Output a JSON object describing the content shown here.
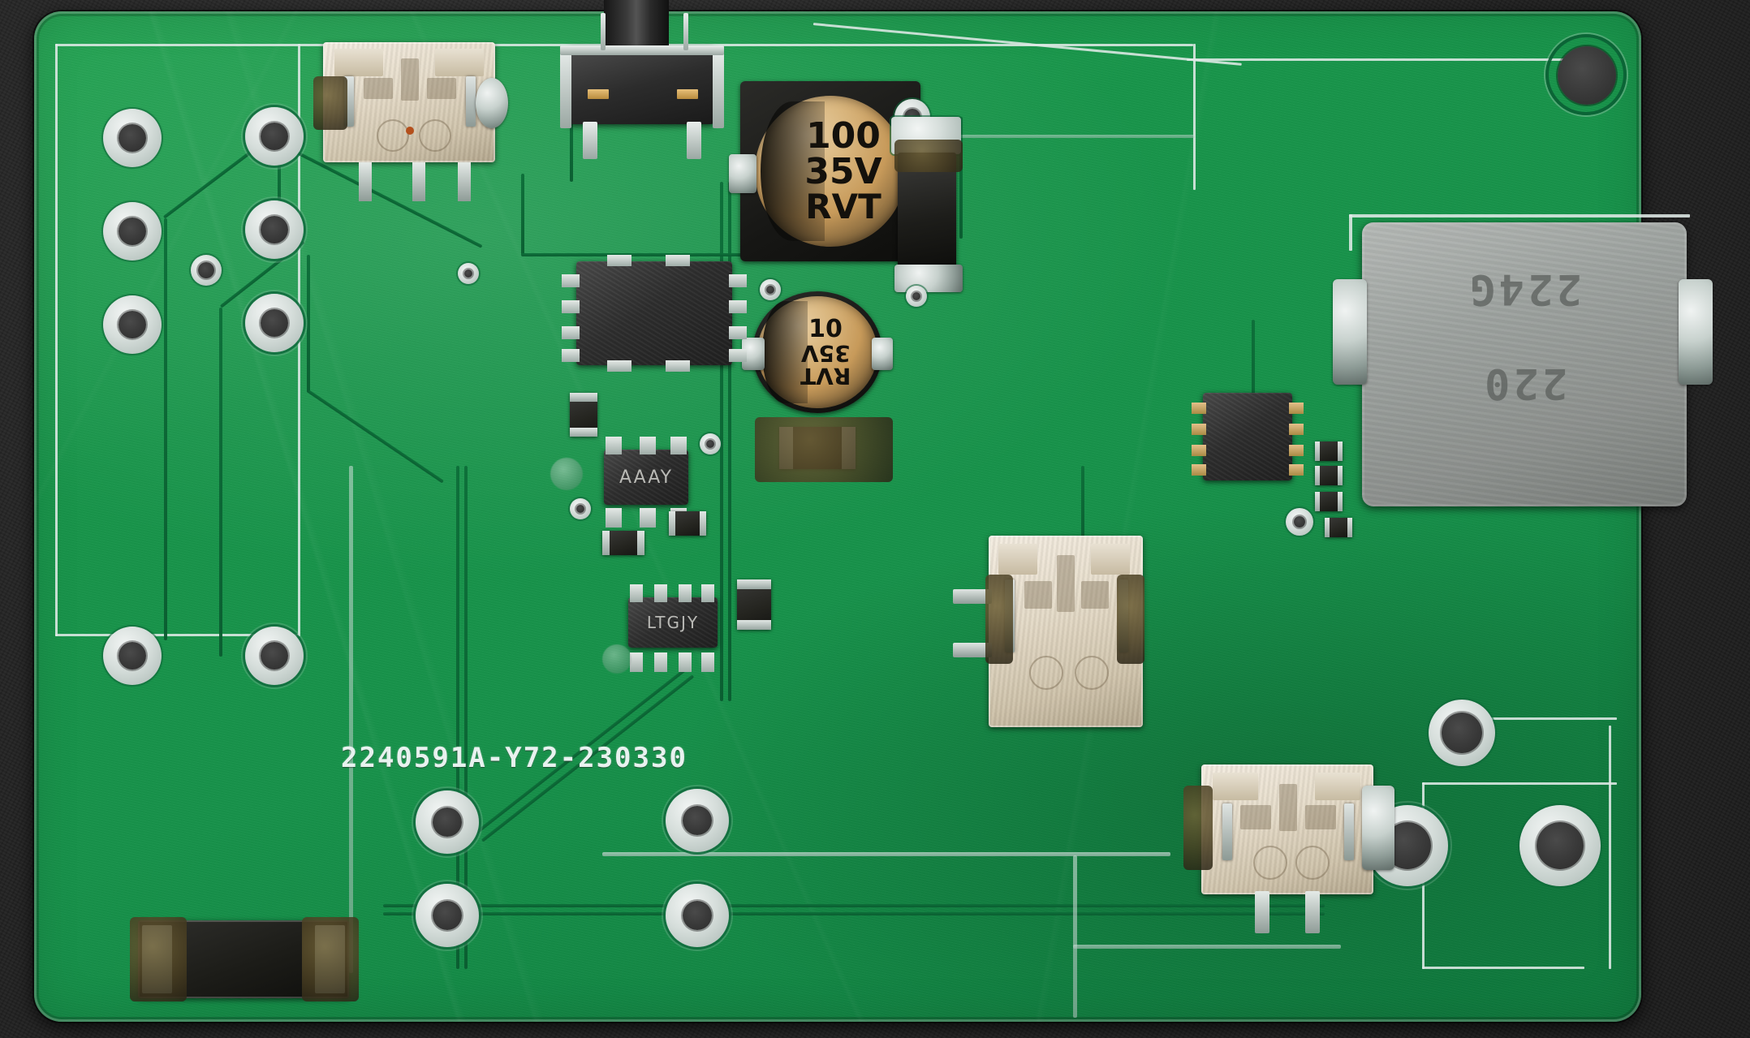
{
  "scene": {
    "subject": "printed-circuit-board-photograph",
    "background_color": "#232323",
    "board_color": "#17924a",
    "silkscreen_color": "#dfe9e6",
    "pad_color": "#d6dedb",
    "hole_color": "#3a3a3a"
  },
  "board": {
    "silkscreen_part_number": "2240591A-Y72-230330"
  },
  "components": {
    "cap_large": {
      "line1": "100",
      "line2": "35V",
      "line3": "RVT"
    },
    "cap_small": {
      "line1": "10",
      "line2": "35V",
      "line3": "RVT"
    },
    "inductor": {
      "line1": "224G",
      "line2": "220"
    },
    "ic_sot23_6": {
      "marking": "AAAY"
    },
    "ic_sot23_8": {
      "marking": "LTGJY"
    },
    "ic_main": {
      "marking": ""
    },
    "ic_secondary": {
      "marking": ""
    }
  },
  "labels": {
    "connector_top_left": "white-2pin-connector",
    "connector_coax": "black-coaxial-antenna-connector",
    "connector_mid": "white-2pin-connector",
    "connector_bottom": "white-2pin-connector",
    "big_resistor": "black-smd-power-resistor",
    "diode": "black-smd-diode"
  }
}
